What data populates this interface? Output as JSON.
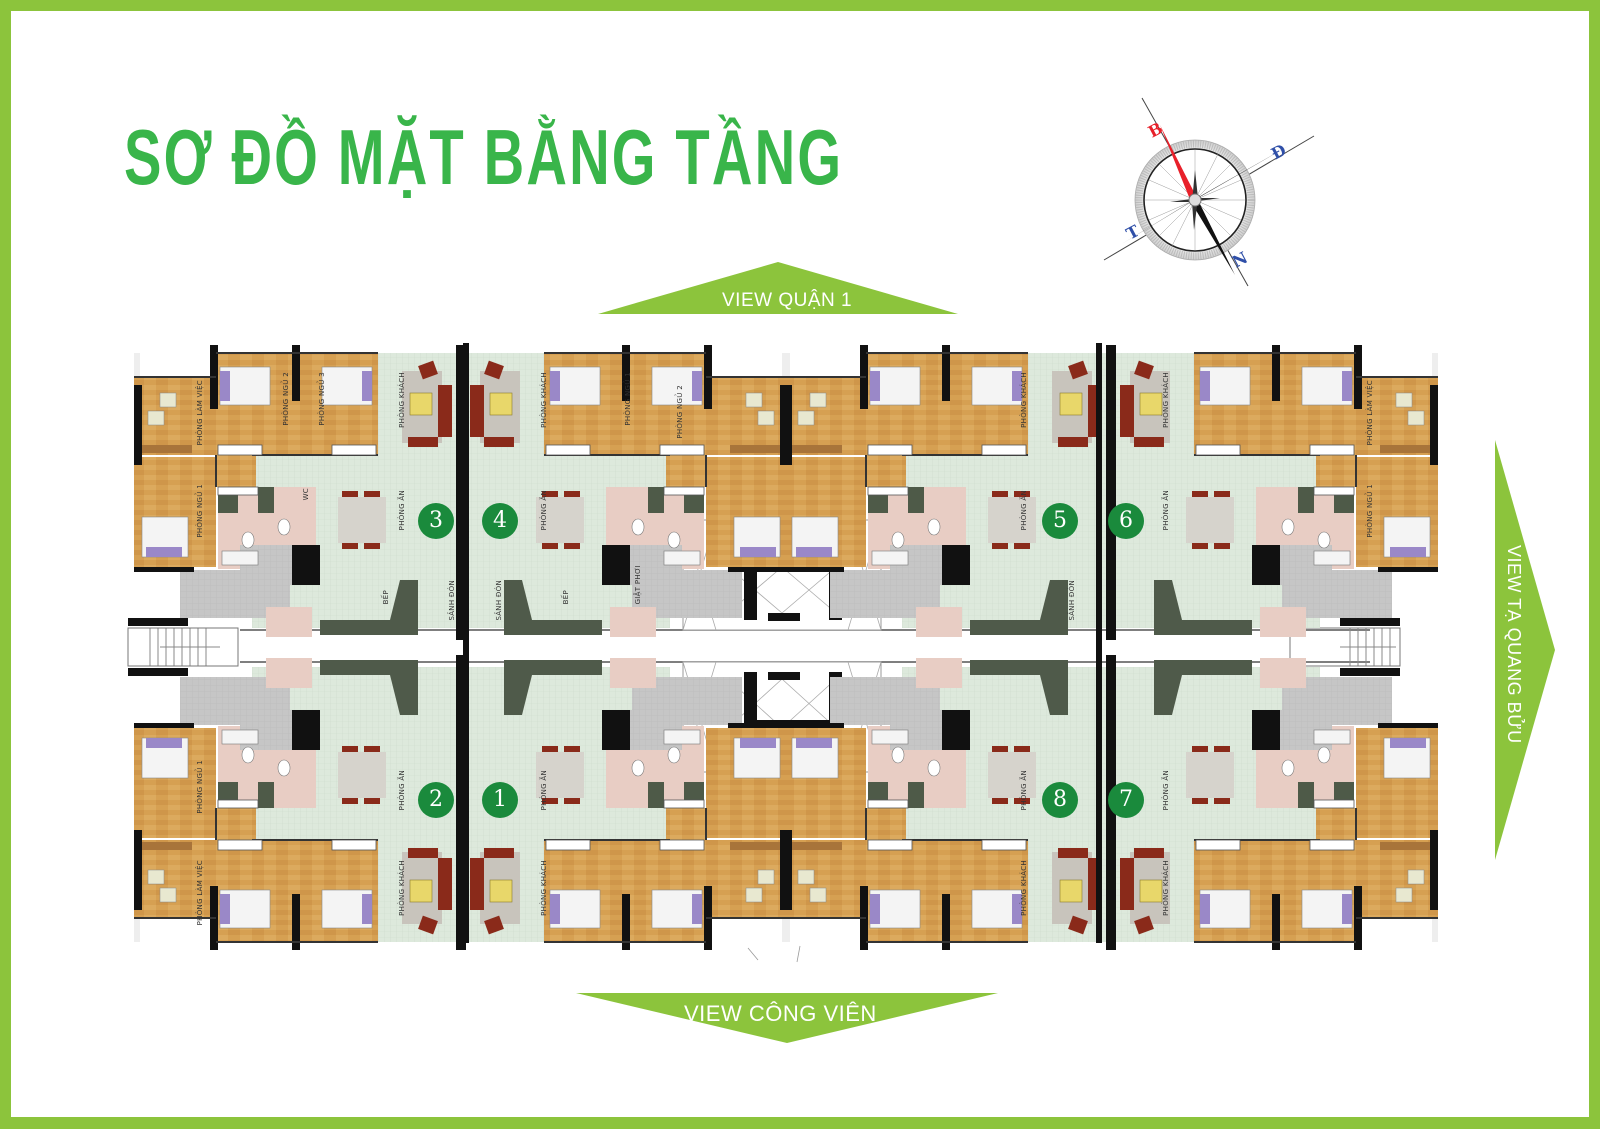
{
  "header": {
    "title": "SƠ ĐỒ MẶT BẰNG TẦNG"
  },
  "compass": {
    "north": "B",
    "east": "Đ",
    "south": "N",
    "west": "T"
  },
  "views": {
    "top": "VIEW QUẬN 1",
    "bottom": "VIEW CÔNG VIÊN",
    "right": "VIEW TẠ QUANG BỬU"
  },
  "units": [
    {
      "id": "1",
      "label": "1"
    },
    {
      "id": "2",
      "label": "2"
    },
    {
      "id": "3",
      "label": "3"
    },
    {
      "id": "4",
      "label": "4"
    },
    {
      "id": "5",
      "label": "5"
    },
    {
      "id": "6",
      "label": "6"
    },
    {
      "id": "7",
      "label": "7"
    },
    {
      "id": "8",
      "label": "8"
    }
  ],
  "room_labels": {
    "living": "PHÒNG KHÁCH",
    "dining": "PHÒNG ĂN",
    "kitchen": "BẾP",
    "lobby": "SẢNH ĐÓN",
    "bed1": "PHÒNG NGỦ 1",
    "bed2": "PHÒNG NGỦ 2",
    "bed3": "PHÒNG NGỦ 3",
    "study": "PHÒNG LÀM VIỆC",
    "wc": "WC",
    "laundry": "GIẶT PHƠI"
  },
  "colors": {
    "border": "#8cc43c",
    "title": "#39b54a",
    "arrow": "#8cc43c",
    "badge": "#1a8a3c",
    "floor_tile": "#dde9dc",
    "wood": "#d49a4a",
    "wet": "#e6c9c0",
    "service": "#bdbdbd",
    "wall": "#111111",
    "compass_north": "#e8202a",
    "compass_letters": "#2f4fa8"
  }
}
